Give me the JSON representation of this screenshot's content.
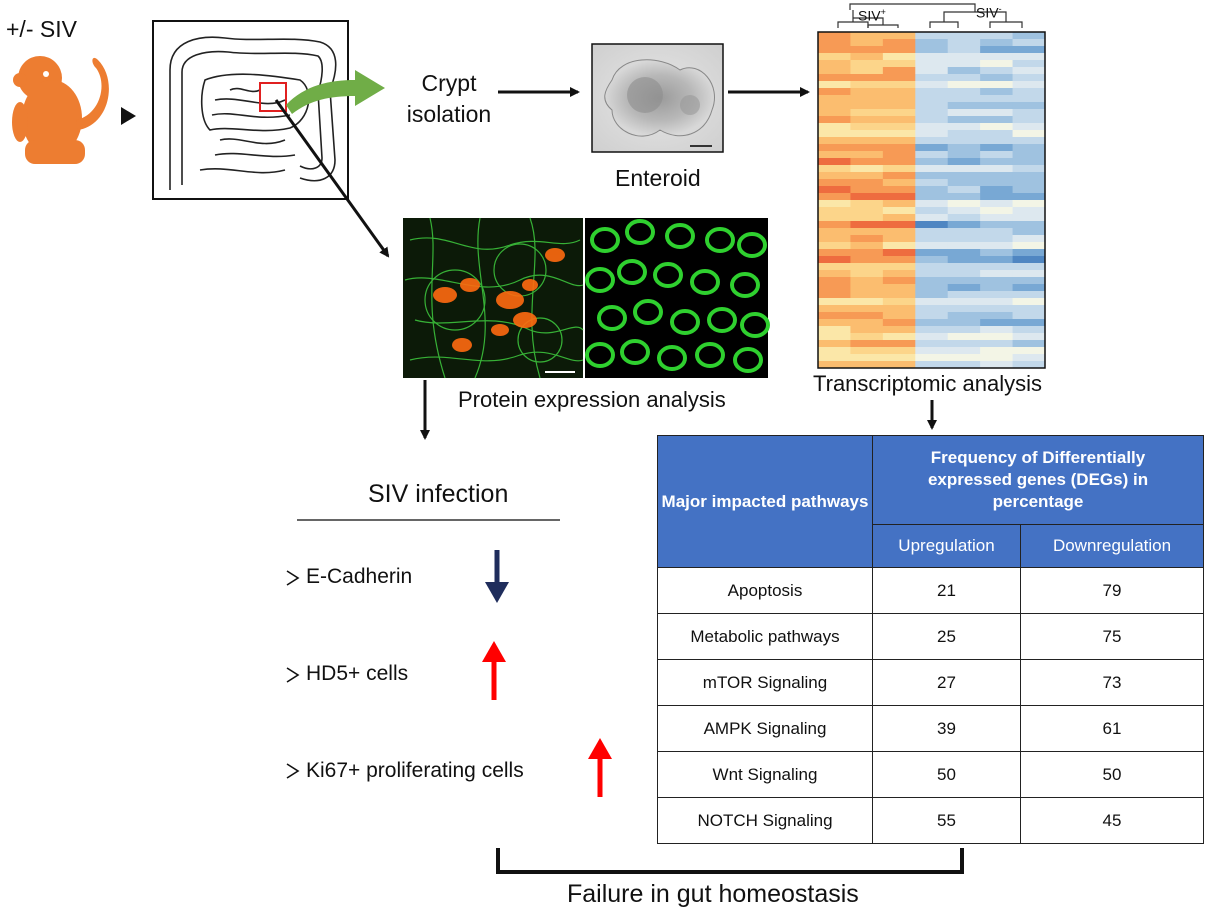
{
  "labels": {
    "siv_toggle": "+/- SIV",
    "crypt_isolation_line1": "Crypt",
    "crypt_isolation_line2": "isolation",
    "enteroid": "Enteroid",
    "protein_expression": "Protein expression analysis",
    "transcriptomic": "Transcriptomic analysis",
    "heatmap_siv_pos": "SIV",
    "heatmap_siv_pos_sup": "+",
    "heatmap_siv_neg": "SIV",
    "heatmap_siv_neg_sup": "-",
    "infection_title": "SIV infection",
    "failure": "Failure in gut homeostasis"
  },
  "findings": [
    {
      "label": "E-Cadherin",
      "direction": "down",
      "color": "#1f2d5c"
    },
    {
      "label": "HD5+ cells",
      "direction": "up",
      "color": "#ff0000"
    },
    {
      "label": "Ki67+ proliferating cells",
      "direction": "up",
      "color": "#ff0000"
    }
  ],
  "table": {
    "col1_header": "Major impacted pathways",
    "col2_header": "Frequency of Differentially expressed genes (DEGs) in percentage",
    "sub_up": "Upregulation",
    "sub_down": "Downregulation",
    "rows": [
      {
        "pathway": "Apoptosis",
        "up": "21",
        "down": "79"
      },
      {
        "pathway": "Metabolic pathways",
        "up": "25",
        "down": "75"
      },
      {
        "pathway": "mTOR Signaling",
        "up": "27",
        "down": "73"
      },
      {
        "pathway": "AMPK Signaling",
        "up": "39",
        "down": "61"
      },
      {
        "pathway": "Wnt Signaling",
        "up": "50",
        "down": "50"
      },
      {
        "pathway": "NOTCH Signaling",
        "up": "55",
        "down": "45"
      }
    ]
  },
  "colors": {
    "monkey": "#ed7d31",
    "green_arrow": "#70ad47",
    "table_header": "#4472c4",
    "arrow_down": "#1f2d5c",
    "arrow_up": "#ff0000"
  }
}
